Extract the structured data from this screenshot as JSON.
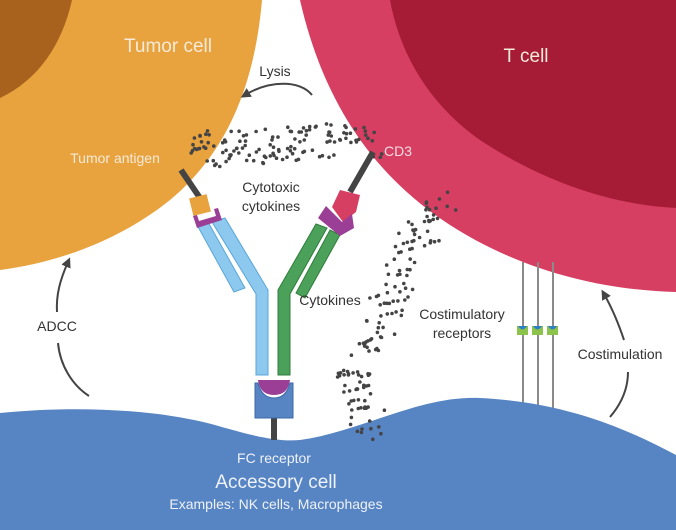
{
  "title": "Bispecific antibody mechanism of action",
  "cells": {
    "tumor": {
      "label": "Tumor cell",
      "membrane_color": "#E8A23E",
      "nucleus_color": "#A9621E"
    },
    "tcell": {
      "label": "T cell",
      "membrane_color": "#D63E62",
      "nucleus_color": "#A61C36"
    },
    "accessory": {
      "label": "Accessory cell",
      "examples": "Examples: NK cells, Macrophages",
      "color": "#5784C2"
    }
  },
  "labels": {
    "lysis": "Lysis",
    "tumor_antigen": "Tumor antigen",
    "cd3": "CD3",
    "cytotoxic_cytokines_line1": "Cytotoxic",
    "cytotoxic_cytokines_line2": "cytokines",
    "cytokines": "Cytokines",
    "costimulatory_line1": "Costimulatory",
    "costimulatory_line2": "receptors",
    "costimulation": "Costimulation",
    "adcc": "ADCC",
    "fc_receptor": "FC receptor"
  },
  "colors": {
    "antibody_left_arm": "#8DC8EE",
    "antibody_right_arm": "#4BA05A",
    "binding_domain": "#9B3E96",
    "fc_receptor": "#5784C2",
    "stalk": "#444444",
    "dots": "#444444",
    "receptor_box": "#8CC34A",
    "receptor_cap": "#2F7FC8",
    "arrow": "#444444"
  }
}
